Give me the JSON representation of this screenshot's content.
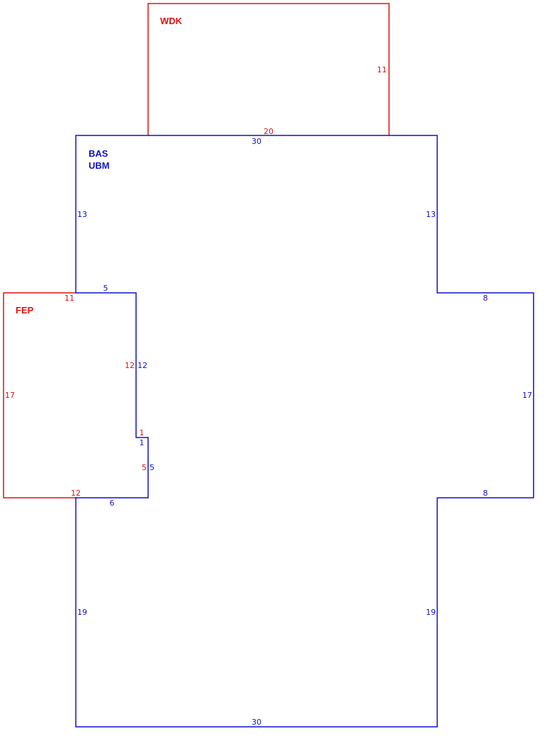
{
  "colors": {
    "main": "#1010cc",
    "addition": "#e01010"
  },
  "areas": {
    "wdk": {
      "label": "WDK",
      "color": "addition"
    },
    "bas": {
      "label": "BAS",
      "color": "main"
    },
    "ubm": {
      "label": "UBM",
      "color": "main"
    },
    "fep": {
      "label": "FEP",
      "color": "addition"
    }
  },
  "dimensions": {
    "wdk_right": "11",
    "wdk_bottom": "20",
    "bas_top": "30",
    "bas_left_upper": "13",
    "bas_right_upper": "13",
    "bas_notch_top": "5",
    "bas_right_bump_top": "8",
    "bas_notch_side": "12",
    "bas_right_bump_side": "17",
    "bas_notch_step": "1",
    "bas_notch_lower_side": "5",
    "bas_notch_bottom": "6",
    "bas_right_bump_bottom": "8",
    "bas_left_lower": "19",
    "bas_right_lower": "19",
    "bas_bottom": "30",
    "fep_top": "11",
    "fep_left": "17",
    "fep_right": "12",
    "fep_step": "1",
    "fep_lower_right": "5",
    "fep_bottom": "12"
  }
}
